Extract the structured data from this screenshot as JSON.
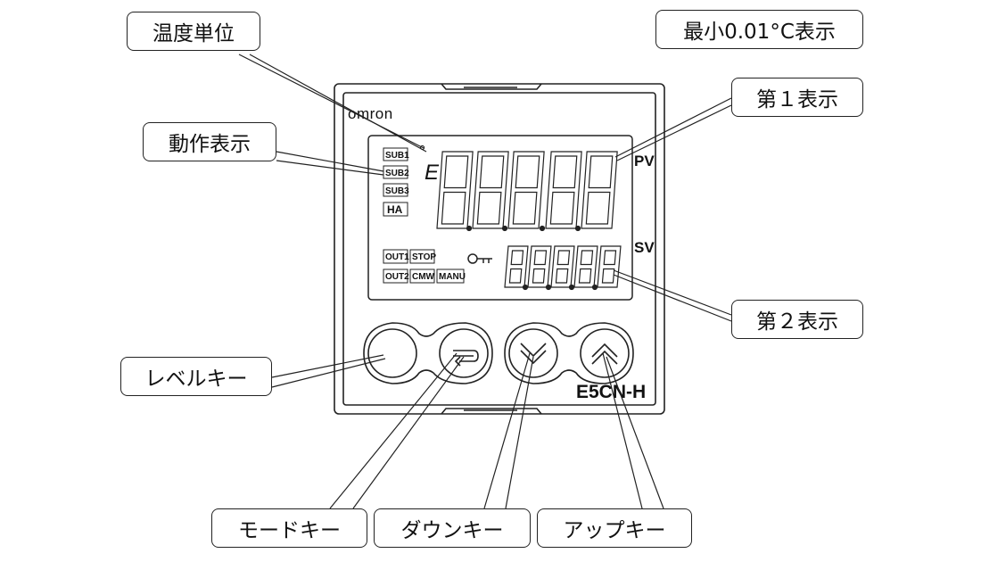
{
  "callouts": {
    "temp_unit": "温度単位",
    "min_display": "最小0.01°C表示",
    "display1": "第１表示",
    "status_display": "動作表示",
    "display2": "第２表示",
    "level_key": "レベルキー",
    "mode_key": "モードキー",
    "down_key": "ダウンキー",
    "up_key": "アップキー"
  },
  "device": {
    "brand": "omron",
    "model": "E5CN-H",
    "pv_label": "PV",
    "sv_label": "SV",
    "unit_symbol": "°",
    "unit_letter": "E",
    "indicators_left": [
      "SUB1",
      "SUB2",
      "SUB3",
      "HA"
    ],
    "indicators_bottom_row1": [
      "OUT1",
      "STOP"
    ],
    "indicators_bottom_row2": [
      "OUT2",
      "CMW",
      "MANU"
    ]
  }
}
